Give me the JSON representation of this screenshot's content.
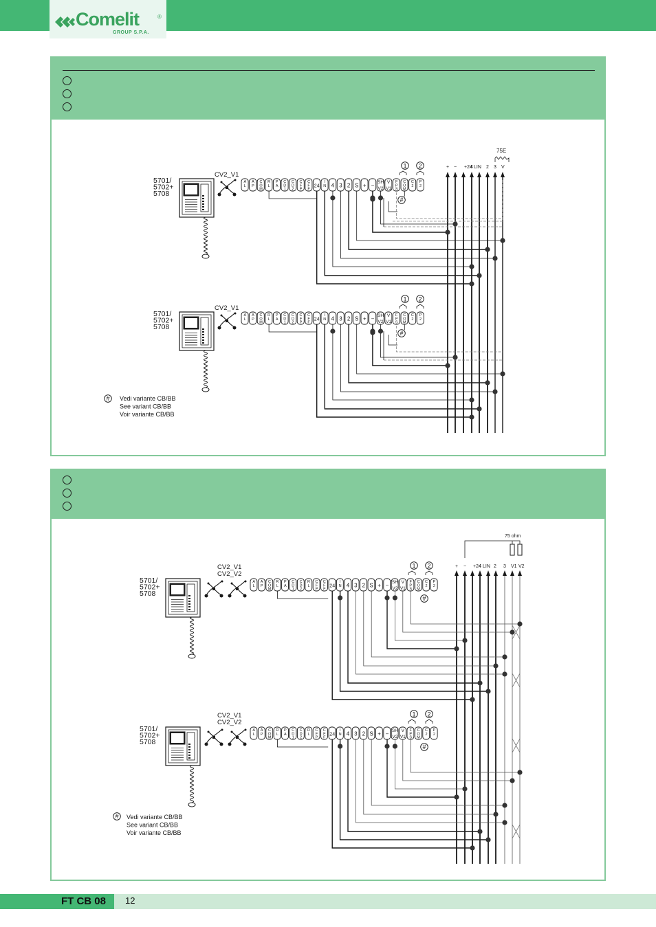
{
  "brand": {
    "name": "Comelit",
    "registered": "®",
    "sub": "GROUP S.P.A."
  },
  "footer": {
    "code": "FT CB 08",
    "page": "12"
  },
  "diagrams": [
    {
      "monitor_models": [
        "5701/",
        "5702+",
        "5708"
      ],
      "cable_labels": [
        "CV2_V1"
      ],
      "resistor_label": "75E",
      "bus_labels": [
        "+",
        "−",
        "+24",
        "4",
        "LIN",
        "2",
        "3",
        "V"
      ],
      "circled_numbers": [
        "1",
        "2"
      ],
      "note_symbol": "#",
      "note_lines": [
        "Vedi variante CB/BB",
        "See variant CB/BB",
        "Voir variante CB/BB"
      ]
    },
    {
      "monitor_models": [
        "5701/",
        "5702+",
        "5708"
      ],
      "cable_labels": [
        "CV2_V1",
        "CV2_V2"
      ],
      "resistor_label": "75 ohm",
      "bus_labels": [
        "+",
        "−",
        "+24",
        "4",
        "LIN",
        "2",
        "3",
        "V1",
        "V2"
      ],
      "circled_numbers": [
        "1",
        "2"
      ],
      "note_symbol": "#",
      "note_lines": [
        "Vedi variante CB/BB",
        "See variant CB/BB",
        "Voir variante CB/BB"
      ]
    }
  ],
  "terminals": {
    "one_cable": [
      "AL",
      "AP",
      "COM",
      "RL",
      "PA",
      "CD1",
      "CD2",
      "CFP",
      "CFF",
      "24",
      "IN",
      "4",
      "3",
      "2",
      "S",
      "+",
      "−",
      "SH V2",
      "V V1",
      "FPS",
      "COM",
      "C2",
      "P2"
    ],
    "two_cable": [
      "AL",
      "AP",
      "COM",
      "RL",
      "PA",
      "CD1",
      "CD2",
      "RL",
      "CFP",
      "CFF",
      "24",
      "IN",
      "4",
      "3",
      "2",
      "S",
      "+",
      "−",
      "SH V2",
      "V V1",
      "FPS",
      "COM",
      "C2",
      "P2"
    ]
  }
}
